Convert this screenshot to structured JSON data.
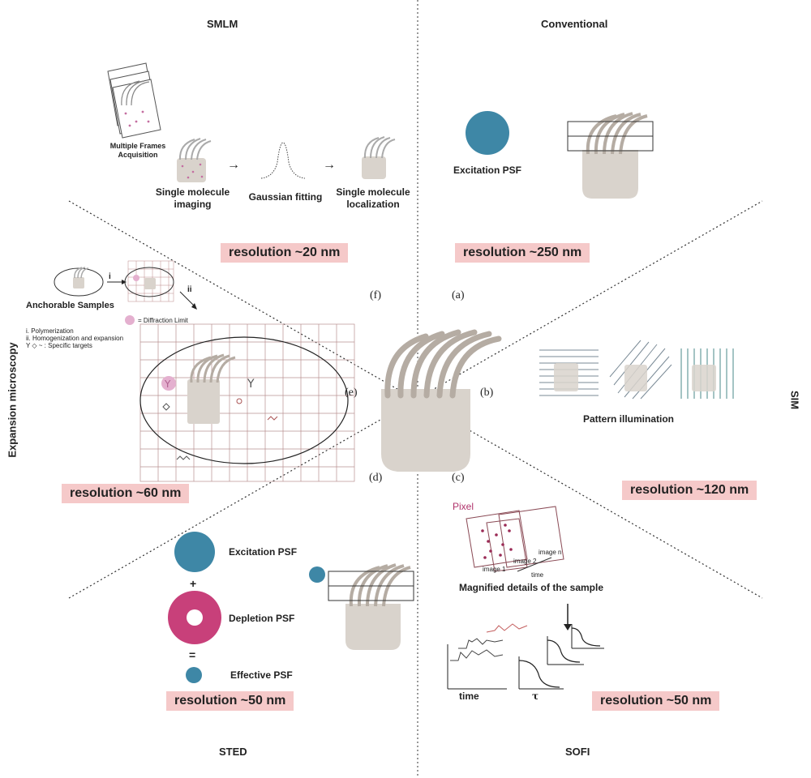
{
  "sections": {
    "smlm": "SMLM",
    "conventional": "Conventional",
    "sim": "SIM",
    "sofi": "SOFI",
    "sted": "STED",
    "expansion": "Expansion microscopy"
  },
  "panel_letters": {
    "a": "(a)",
    "b": "(b)",
    "c": "(c)",
    "d": "(d)",
    "e": "(e)",
    "f": "(f)"
  },
  "smlm": {
    "frames_label_1": "Multiple Frames",
    "frames_label_2": "Acquisition",
    "step1_1": "Single molecule",
    "step1_2": "imaging",
    "step2": "Gaussian fitting",
    "step3_1": "Single molecule",
    "step3_2": "localization",
    "arrow": "→",
    "resolution": "resolution ~20 nm"
  },
  "conventional": {
    "psf_label": "Excitation PSF",
    "resolution": "resolution ~250 nm"
  },
  "sim": {
    "pattern_label": "Pattern illumination",
    "resolution": "resolution ~120 nm"
  },
  "sofi": {
    "pixel_label": "Pixel",
    "image_n": "image n",
    "image_2": "image 2",
    "image_1": "image 1",
    "time_small": "time",
    "magnified": "Magnified details of the sample",
    "x_time": "time",
    "x_tau": "τ",
    "resolution": "resolution ~50 nm"
  },
  "sted": {
    "excitation": "Excitation PSF",
    "plus": "+",
    "depletion": "Depletion PSF",
    "equals": "=",
    "effective": "Effective PSF",
    "resolution": "resolution ~50 nm"
  },
  "expansion": {
    "anchorable": "Anchorable Samples",
    "step_i": "i",
    "step_ii": "ii",
    "diffraction": "= Diffraction Limit",
    "note1": "i. Polymerization",
    "note2": "ii. Homogenization and expansion",
    "note3": "Y ◇ ~ : Specific targets",
    "resolution": "resolution ~60 nm"
  },
  "colors": {
    "psf_blue": "#3e87a6",
    "depletion_magenta": "#c8407a",
    "cell_body": "#d9d3cc",
    "resolution_bg": "#f5c9c9",
    "sofi_pink": "#b0336b"
  }
}
